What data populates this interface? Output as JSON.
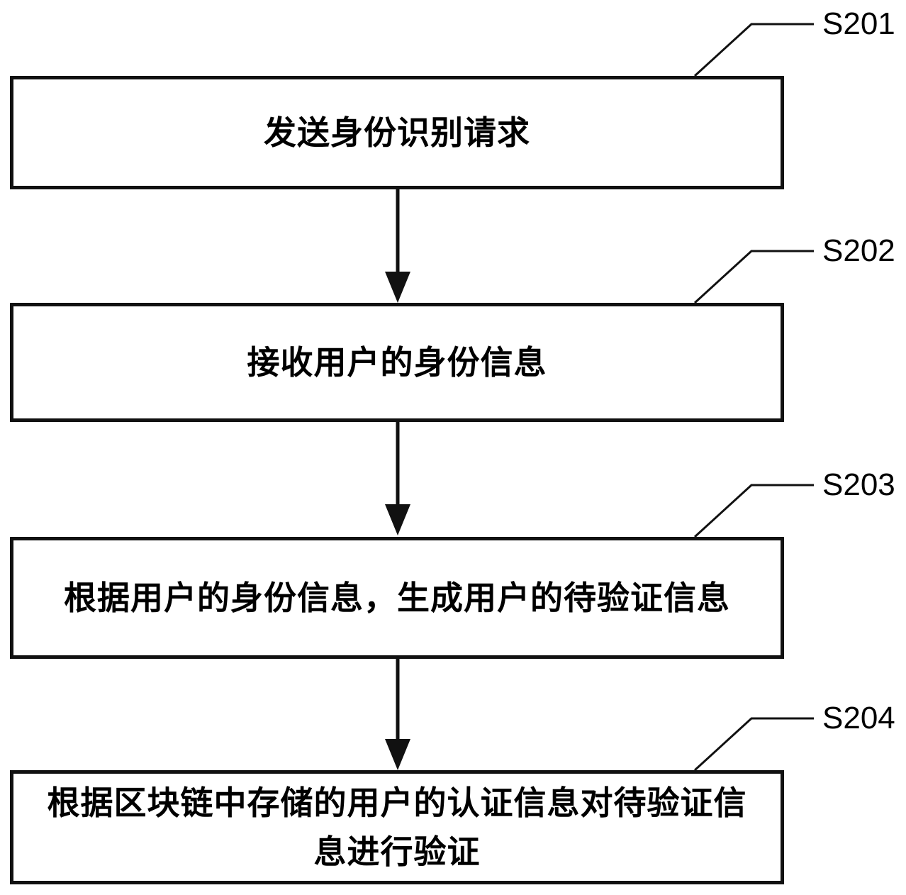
{
  "figure": {
    "type": "flowchart",
    "colors": {
      "line": "#111111",
      "background": "#ffffff",
      "text": "#000000"
    },
    "steps": [
      {
        "id": "S201",
        "label": "发送身份识别请求"
      },
      {
        "id": "S202",
        "label": "接收用户的身份信息"
      },
      {
        "id": "S203",
        "label": "根据用户的身份信息，生成用户的待验证信息"
      },
      {
        "id": "S204",
        "label": "根据区块链中存储的用户的认证信息对待验证信息进行验证"
      }
    ]
  }
}
